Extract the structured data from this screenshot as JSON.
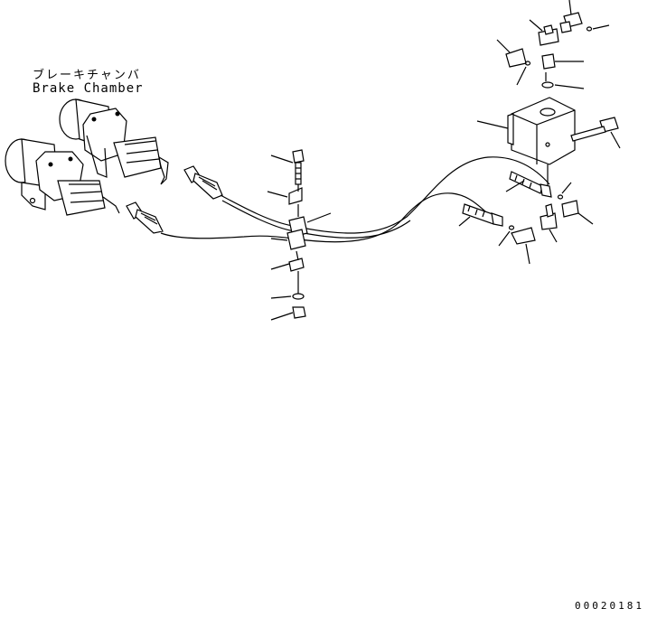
{
  "callout": {
    "japanese": "ブレーキチャンバ",
    "english": "Brake Chamber"
  },
  "drawing_number": "00020181",
  "icons": [
    "brake-chamber-icon",
    "air-tank-icon",
    "elbow-fitting-icon",
    "bolt-icon",
    "clamp-icon",
    "nut-icon",
    "washer-icon"
  ],
  "colors": {
    "line": "#000000",
    "background": "#ffffff"
  }
}
